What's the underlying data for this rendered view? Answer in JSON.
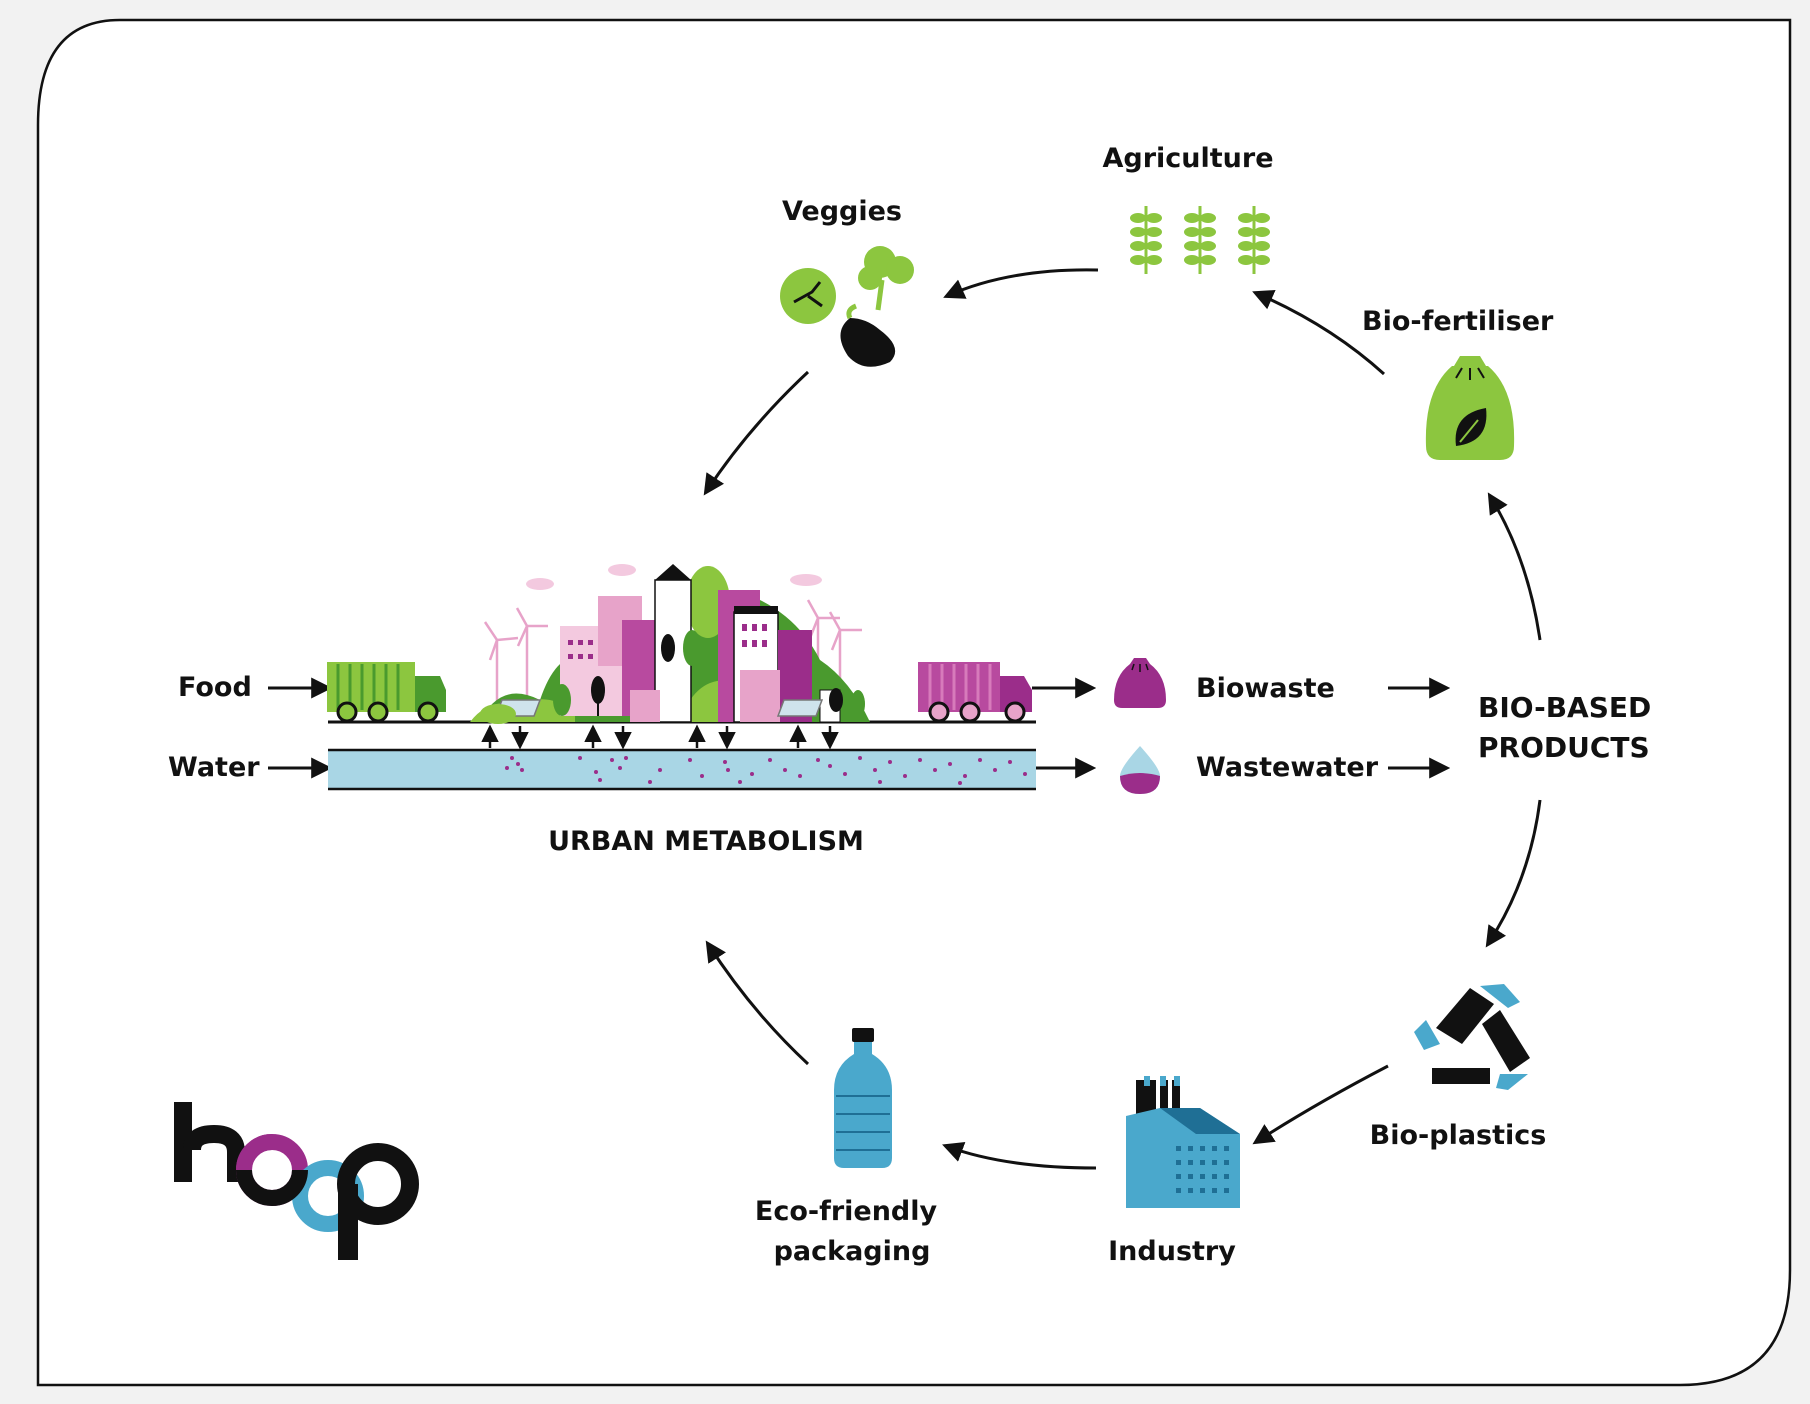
{
  "labels": {
    "food": "Food",
    "water": "Water",
    "urban_metabolism": "URBAN METABOLISM",
    "biowaste": "Biowaste",
    "wastewater": "Wastewater",
    "bio_based_line1": "BIO-BASED",
    "bio_based_line2": "PRODUCTS",
    "bio_fertiliser": "Bio-fertiliser",
    "agriculture": "Agriculture",
    "veggies": "Veggies",
    "bio_plastics": "Bio-plastics",
    "industry": "Industry",
    "eco_line1": "Eco-friendly",
    "eco_line2": "packaging"
  },
  "logo_text": "hoop",
  "colors": {
    "green": "#8cc63f",
    "dark_green": "#4a9a2e",
    "purple": "#9b2d8a",
    "pink": "#e7a3c9",
    "light_pink": "#f3c9df",
    "blue": "#4aa8cc",
    "light_blue": "#a9d6e5",
    "black": "#111111"
  }
}
